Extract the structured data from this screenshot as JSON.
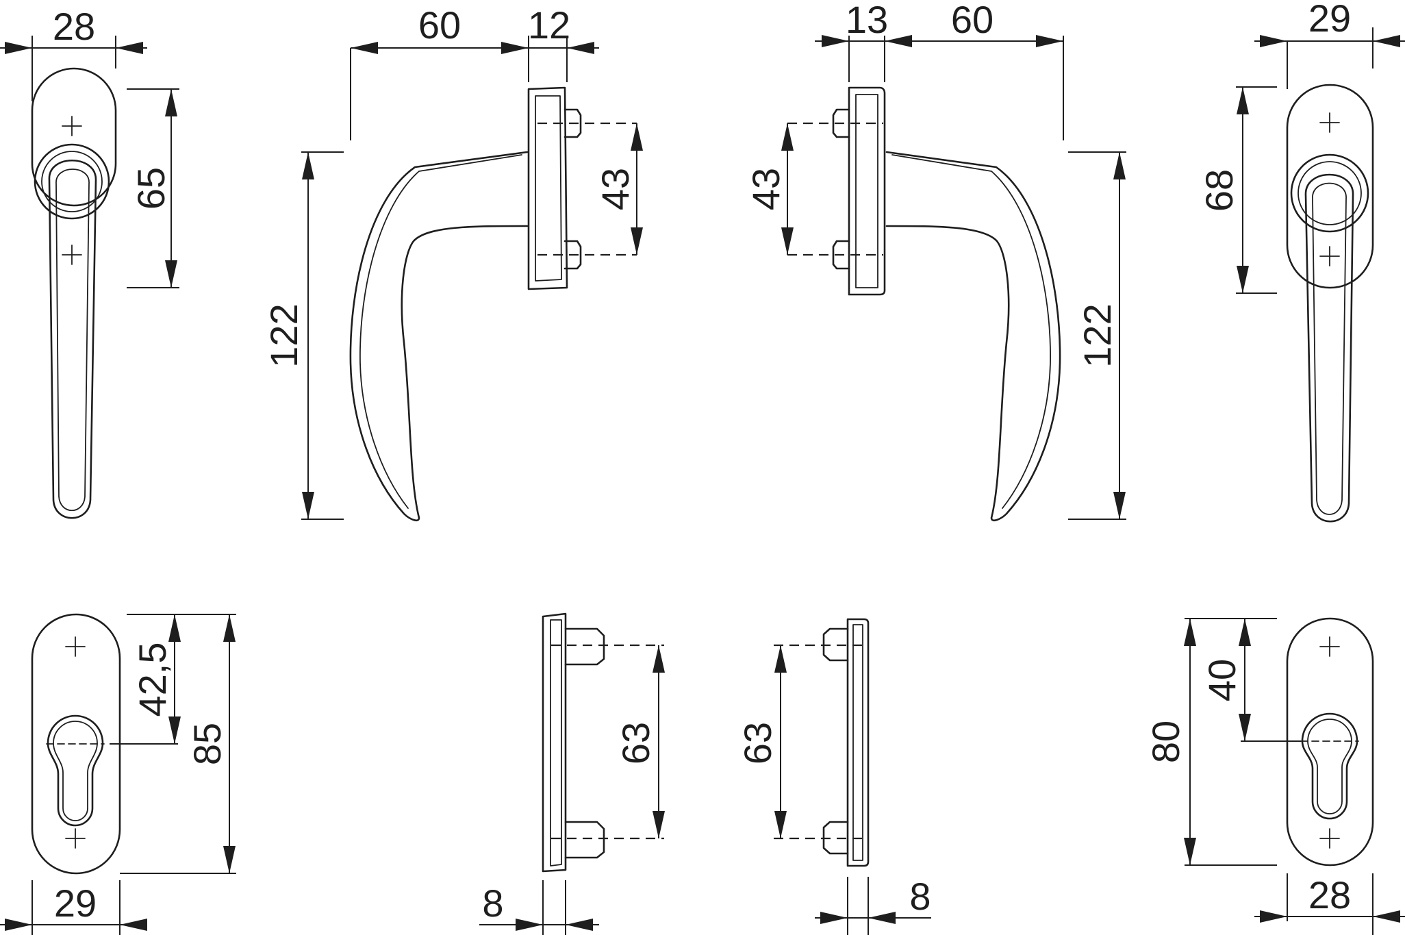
{
  "drawing": {
    "top_row": {
      "front_left": {
        "width": "28",
        "height": "65"
      },
      "side_left": {
        "projection": "60",
        "rose_depth": "12",
        "screw_spacing": "43",
        "height": "122"
      },
      "side_right": {
        "rose_depth": "13",
        "projection": "60",
        "screw_spacing": "43",
        "height": "122"
      },
      "front_right": {
        "width": "29",
        "height": "68"
      }
    },
    "bottom_row": {
      "plate_left": {
        "height": "85",
        "cylinder_offset": "42,5",
        "width": "29"
      },
      "plate_side_left": {
        "screw_spacing": "63",
        "thickness": "8"
      },
      "plate_side_right": {
        "screw_spacing": "63",
        "thickness": "8"
      },
      "plate_right": {
        "height": "80",
        "cylinder_offset": "40",
        "width": "28"
      }
    }
  }
}
